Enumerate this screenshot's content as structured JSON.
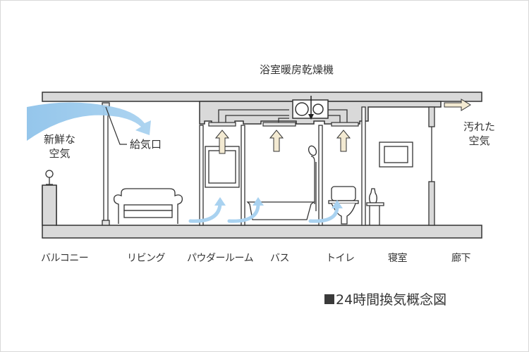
{
  "diagram": {
    "title": "24時間換気概念図",
    "title_marker": "square-bullet",
    "top_label": "浴室暖房乾燥機",
    "supply_label": "給気口",
    "fresh_air": {
      "line1": "新鮮な",
      "line2": "空気"
    },
    "dirty_air": {
      "line1": "汚れた",
      "line2": "空気"
    },
    "rooms": [
      {
        "id": "balcony",
        "label": "バルコニー"
      },
      {
        "id": "living",
        "label": "リビング"
      },
      {
        "id": "powder-room",
        "label": "パウダールーム"
      },
      {
        "id": "bath",
        "label": "バス"
      },
      {
        "id": "toilet",
        "label": "トイレ"
      },
      {
        "id": "bedroom",
        "label": "寝室"
      },
      {
        "id": "hallway",
        "label": "廊下"
      }
    ],
    "colors": {
      "fresh_air_arrow": "#9ccaec",
      "exhaust_arrow": "#f3ead2",
      "structure_fill": "#d9d9d9",
      "outline": "#333333",
      "border": "#d8d8d8"
    }
  }
}
